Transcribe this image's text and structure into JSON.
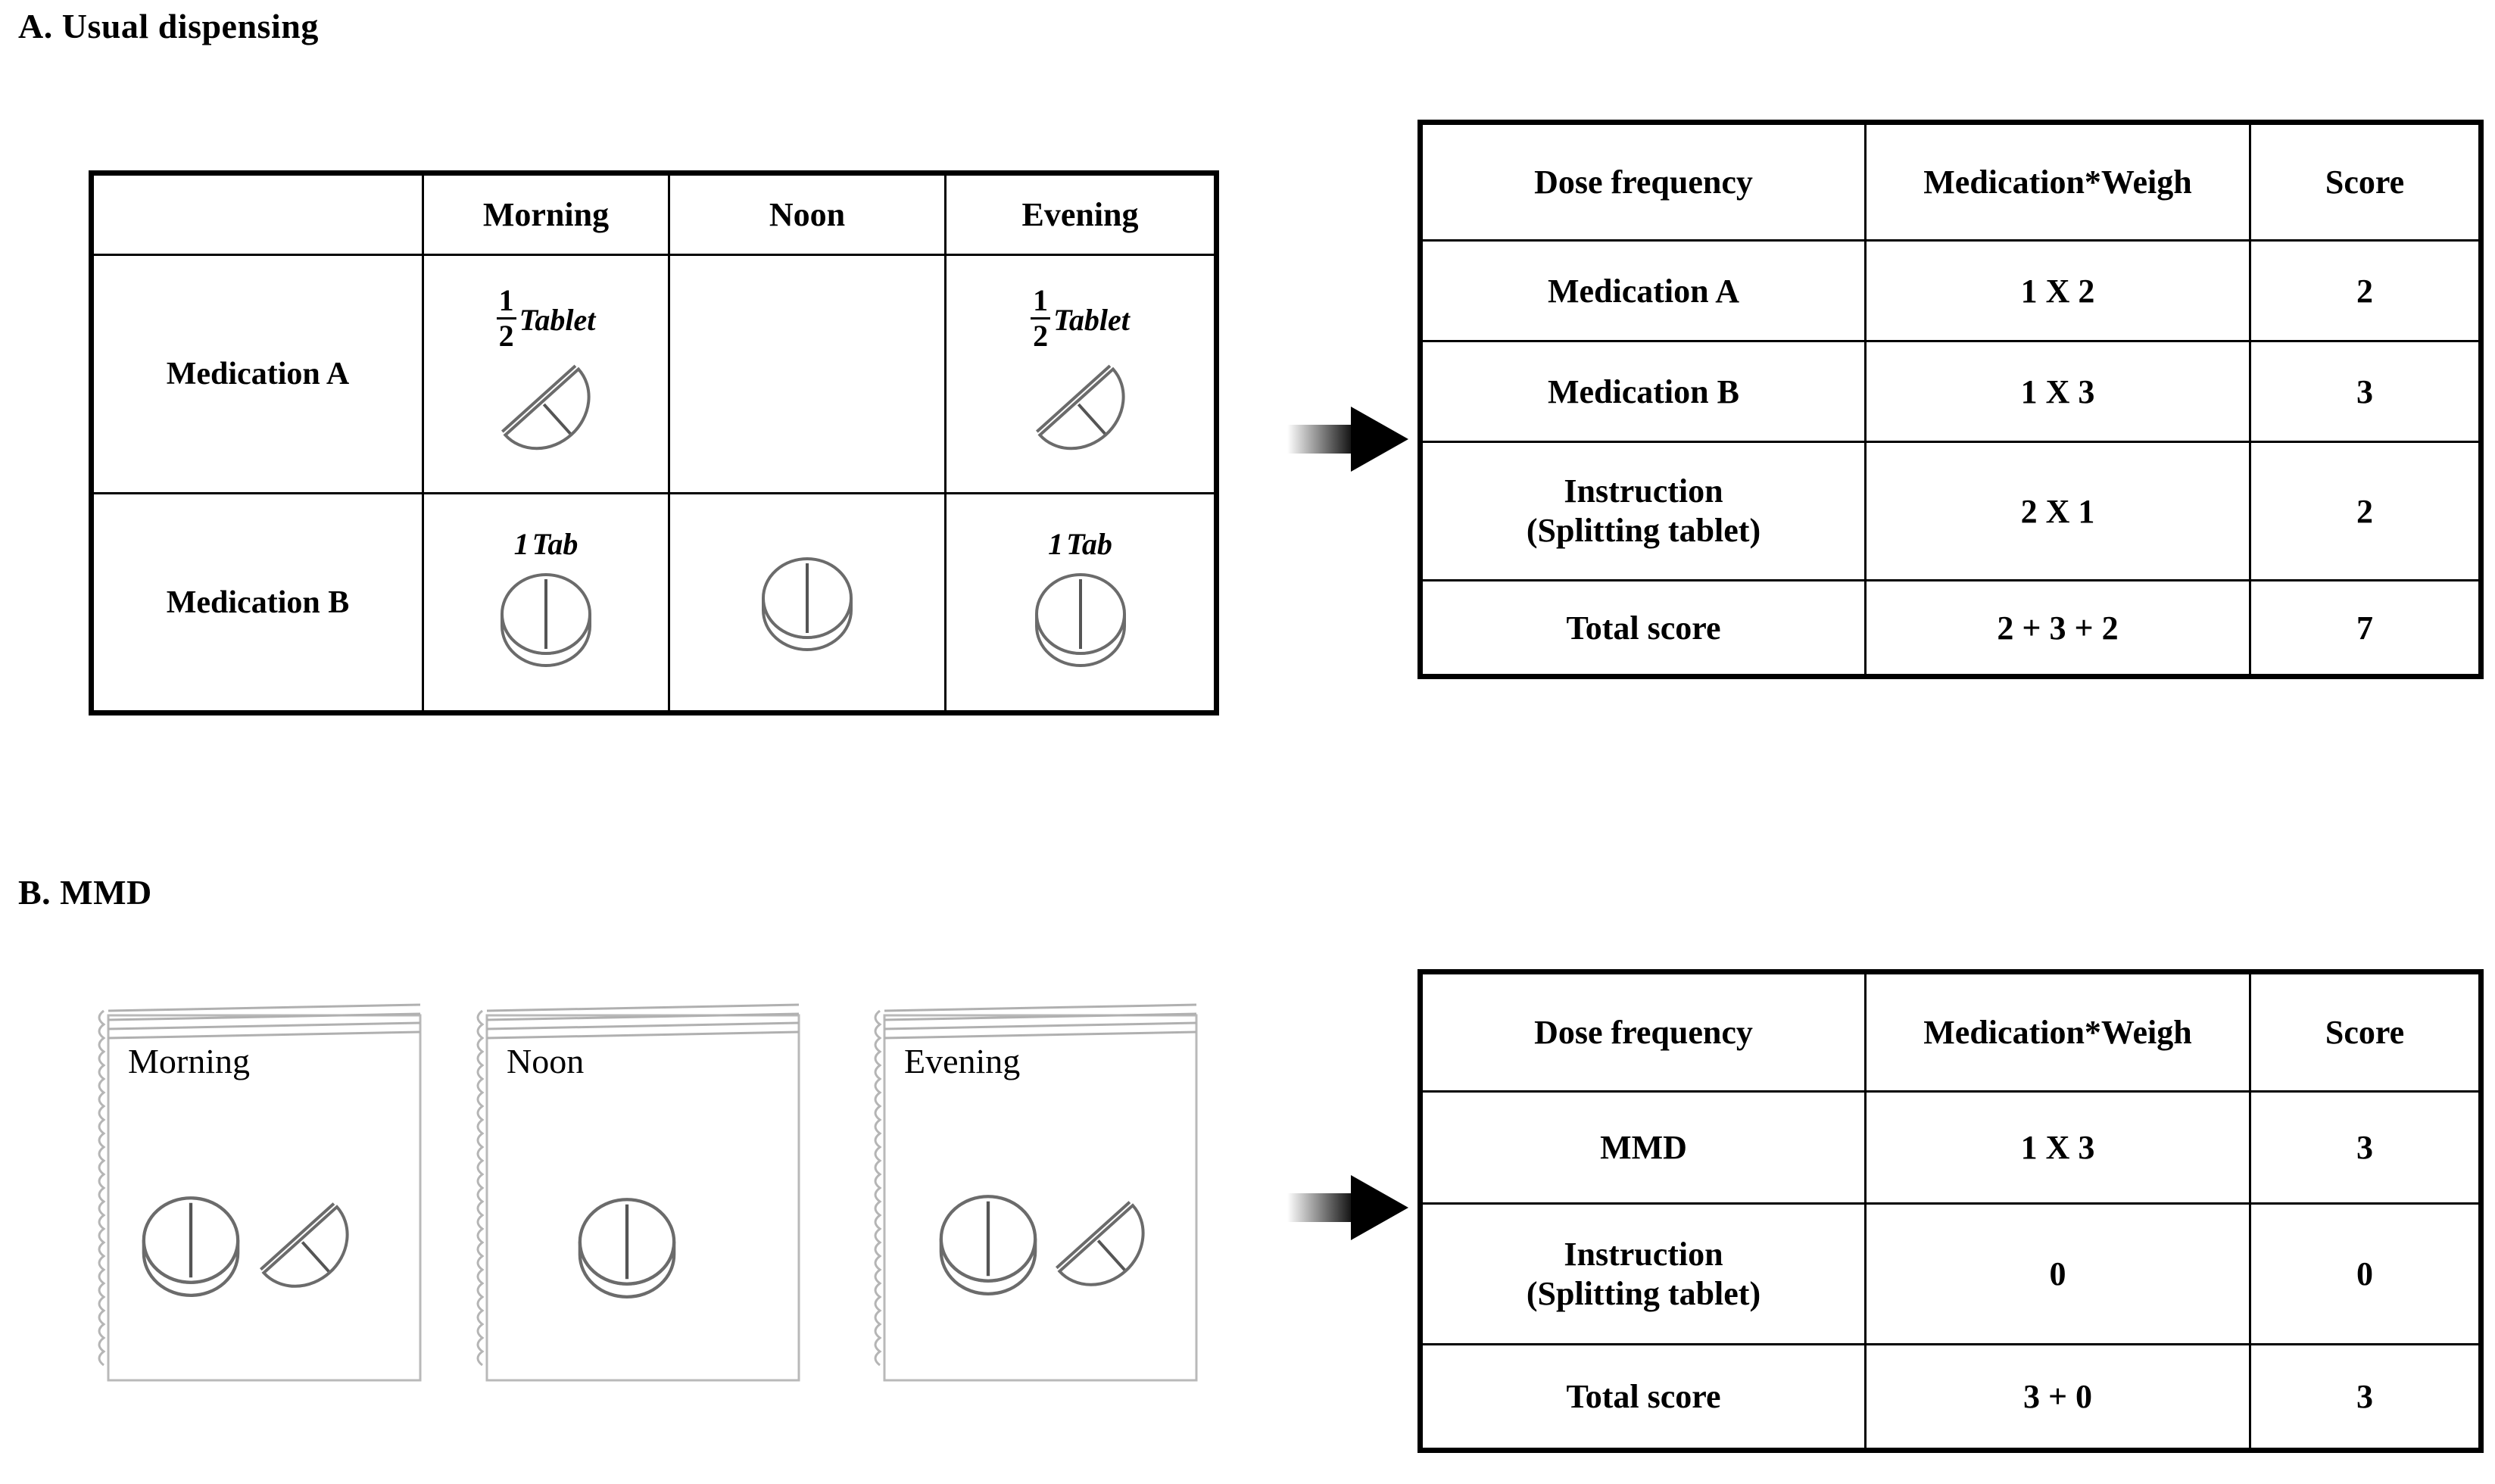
{
  "panels": {
    "a": {
      "title": "A. Usual dispensing",
      "schedule": {
        "columns": [
          "",
          "Morning",
          "Noon",
          "Evening"
        ],
        "rows": [
          {
            "medication": "Medication A",
            "cells": [
              {
                "time": "Morning",
                "amount_numerator": "1",
                "amount_denominator": "2",
                "unit": "Tablet",
                "pill": "half"
              },
              {
                "time": "Noon",
                "amount_numerator": "",
                "amount_denominator": "",
                "unit": "",
                "pill": "none"
              },
              {
                "time": "Evening",
                "amount_numerator": "1",
                "amount_denominator": "2",
                "unit": "Tablet",
                "pill": "half"
              }
            ]
          },
          {
            "medication": "Medication B",
            "cells": [
              {
                "time": "Morning",
                "amount_numerator": "1",
                "amount_denominator": "",
                "unit": "Tab",
                "pill": "whole"
              },
              {
                "time": "Noon",
                "amount_numerator": "",
                "amount_denominator": "",
                "unit": "",
                "pill": "whole"
              },
              {
                "time": "Evening",
                "amount_numerator": "1",
                "amount_denominator": "",
                "unit": "Tab",
                "pill": "whole"
              }
            ]
          }
        ]
      },
      "score_table": {
        "headers": [
          "Dose frequency",
          "Medication*Weigh",
          "Score"
        ],
        "rows": [
          {
            "label": "Medication A",
            "label2": "",
            "calc": "1 X 2",
            "score": "2"
          },
          {
            "label": "Medication B",
            "label2": "",
            "calc": "1 X 3",
            "score": "3"
          },
          {
            "label": "Instruction",
            "label2": "(Splitting tablet)",
            "calc": "2 X 1",
            "score": "2"
          },
          {
            "label": "Total score",
            "label2": "",
            "calc": "2 + 3 + 2",
            "score": "7"
          }
        ]
      }
    },
    "b": {
      "title": "B. MMD",
      "bags": [
        {
          "label": "Morning",
          "contents": [
            "whole",
            "half"
          ]
        },
        {
          "label": "Noon",
          "contents": [
            "whole"
          ]
        },
        {
          "label": "Evening",
          "contents": [
            "whole",
            "half"
          ]
        }
      ],
      "score_table": {
        "headers": [
          "Dose frequency",
          "Medication*Weigh",
          "Score"
        ],
        "rows": [
          {
            "label": "MMD",
            "label2": "",
            "calc": "1 X 3",
            "score": "3"
          },
          {
            "label": "Instruction",
            "label2": "(Splitting tablet)",
            "calc": "0",
            "score": "0"
          },
          {
            "label": "Total score",
            "label2": "",
            "calc": "3 + 0",
            "score": "3"
          }
        ]
      }
    }
  },
  "arrows": {
    "a_label": "arrow-right",
    "b_label": "arrow-right"
  },
  "colors": {
    "ink": "#000000",
    "background": "#ffffff",
    "pill_outline": "#555555"
  }
}
